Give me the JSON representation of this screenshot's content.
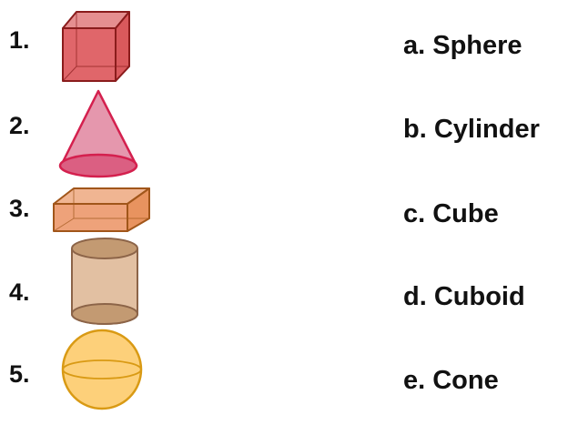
{
  "items": [
    {
      "number": "1.",
      "shape": "cube-icon"
    },
    {
      "number": "2.",
      "shape": "cone-icon"
    },
    {
      "number": "3.",
      "shape": "cuboid-icon"
    },
    {
      "number": "4.",
      "shape": "cylinder-icon"
    },
    {
      "number": "5.",
      "shape": "sphere-icon"
    }
  ],
  "options": [
    {
      "label": "a. Sphere"
    },
    {
      "label": "b. Cylinder"
    },
    {
      "label": "c. Cube"
    },
    {
      "label": "d. Cuboid"
    },
    {
      "label": "e. Cone"
    }
  ],
  "colors": {
    "cube": "#e0666a",
    "cone": "#e597ad",
    "cuboid": "#eea27a",
    "cylinder": "#e2c0a2",
    "sphere": "#fdd07a"
  }
}
